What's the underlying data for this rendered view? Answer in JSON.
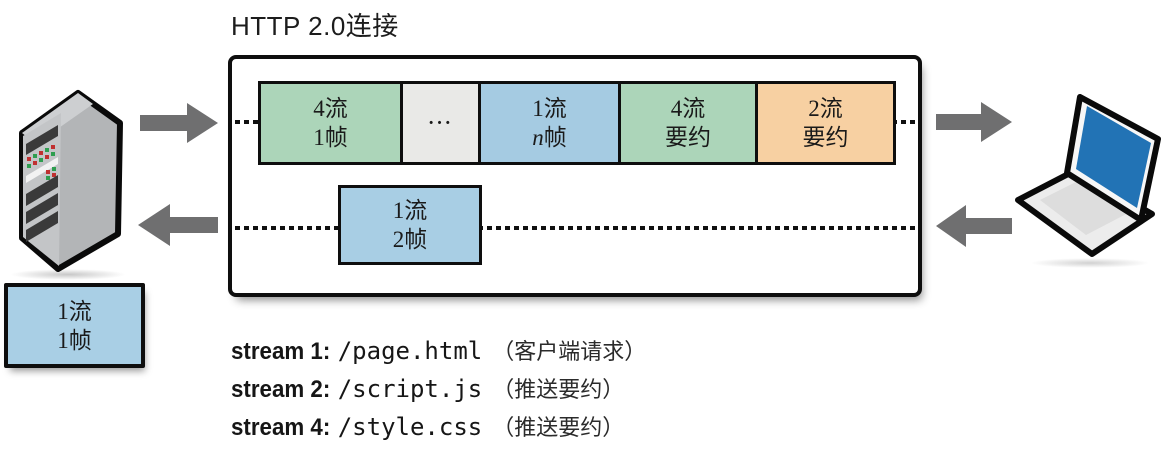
{
  "title": "HTTP 2.0连接",
  "connection": {
    "top_frames": [
      {
        "line1": "4流",
        "line2": "1帧",
        "color": "#acd5b9"
      },
      {
        "line1": "···",
        "line2": "",
        "color": "#e9e9e7"
      },
      {
        "line1": "1流",
        "line2_italic": "n",
        "line2": "帧",
        "color": "#a5cbe2"
      },
      {
        "line1": "4流",
        "line2": "要约",
        "color": "#acd5b9"
      },
      {
        "line1": "2流",
        "line2": "要约",
        "color": "#f7d0a2"
      }
    ],
    "bottom_frame": {
      "line1": "1流",
      "line2": "2帧",
      "color": "#a8cee4"
    }
  },
  "delivered_frame": {
    "line1": "1流",
    "line2": "1帧",
    "color": "#a9cfe5"
  },
  "streams": [
    {
      "name": "stream 1:",
      "path": "/page.html",
      "note": "（客户端请求）"
    },
    {
      "name": "stream 2:",
      "path": "/script.js",
      "note": "（推送要约）"
    },
    {
      "name": "stream 4:",
      "path": "/style.css",
      "note": "（推送要约）"
    }
  ],
  "colors": {
    "arrow": "#6f6f70",
    "laptop_screen": "#2273b5",
    "border": "#0e0e0e"
  }
}
